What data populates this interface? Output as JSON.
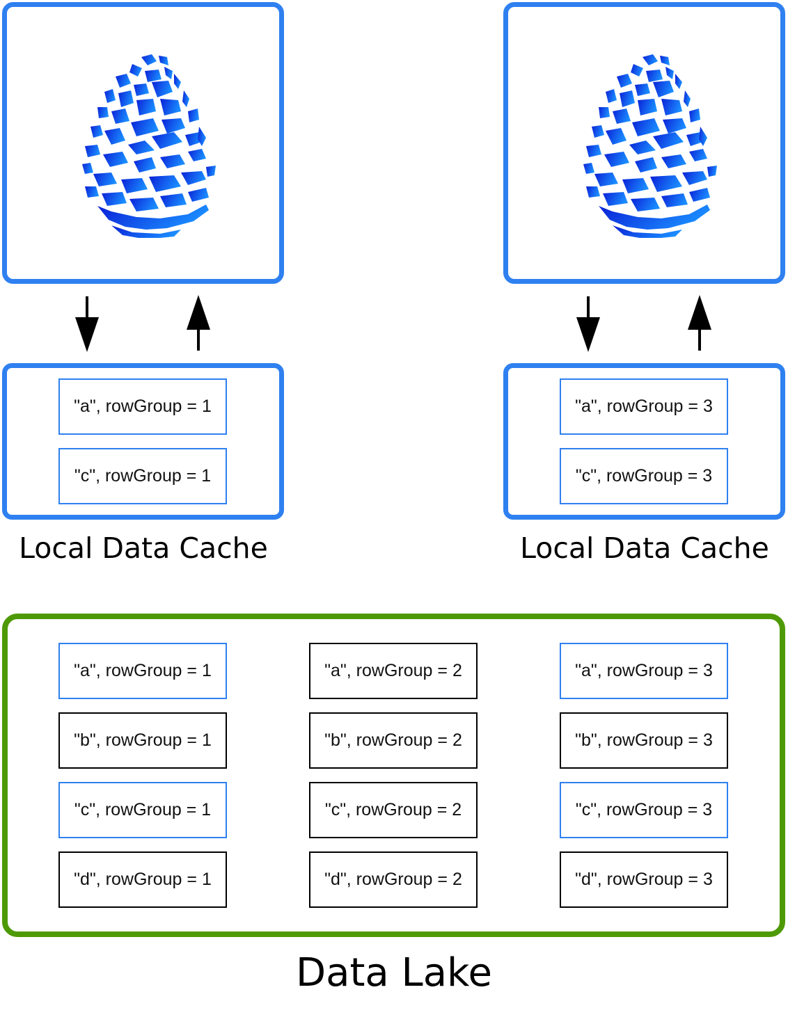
{
  "nodes": [
    {
      "cache_label": "Local Data Cache",
      "cache_items": [
        "\"a\", rowGroup = 1",
        "\"c\", rowGroup = 1"
      ]
    },
    {
      "cache_label": "Local Data Cache",
      "cache_items": [
        "\"a\", rowGroup = 3",
        "\"c\", rowGroup = 3"
      ]
    }
  ],
  "data_lake": {
    "label": "Data Lake",
    "columns": [
      [
        "\"a\", rowGroup = 1",
        "\"b\", rowGroup = 1",
        "\"c\", rowGroup = 1",
        "\"d\", rowGroup = 1"
      ],
      [
        "\"a\", rowGroup = 2",
        "\"b\", rowGroup = 2",
        "\"c\", rowGroup = 2",
        "\"d\", rowGroup = 2"
      ],
      [
        "\"a\", rowGroup = 3",
        "\"b\", rowGroup = 3",
        "\"c\", rowGroup = 3",
        "\"d\", rowGroup = 3"
      ]
    ]
  },
  "icons": {
    "node_logo": "pinecone-icon",
    "down_arrow": "arrow-down-icon",
    "up_arrow": "arrow-up-icon"
  },
  "colors": {
    "cache_border": "#2f80f0",
    "lake_border": "#4e9a06",
    "plain_border": "#000000",
    "logo_dark": "#0a24d8",
    "logo_light": "#1a8cff"
  }
}
